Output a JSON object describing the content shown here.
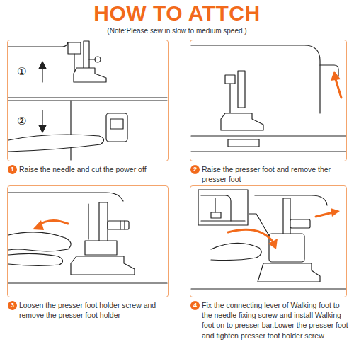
{
  "diagram": {
    "title": "HOW TO ATTCH",
    "caption": "(Note:Please sew in slow to medium speed.)",
    "nodes": [
      {
        "text": [
          "Raise the needle and cut the power off"
        ]
      },
      {
        "text": [
          "Raise the presser foot and remove ther presser foot"
        ]
      },
      {
        "text": [
          "Loosen the presser foot holder screw and remove the presser foot holder"
        ]
      },
      {
        "text": [
          "Fix the connecting lever of Walking foot to the needle fixing screw and install Walking foot on to presser bar.Lower the presser foot and tighten presser foot holder screw"
        ]
      }
    ],
    "labels": [
      "①",
      "②",
      "1",
      "2",
      "3",
      "4"
    ]
  }
}
